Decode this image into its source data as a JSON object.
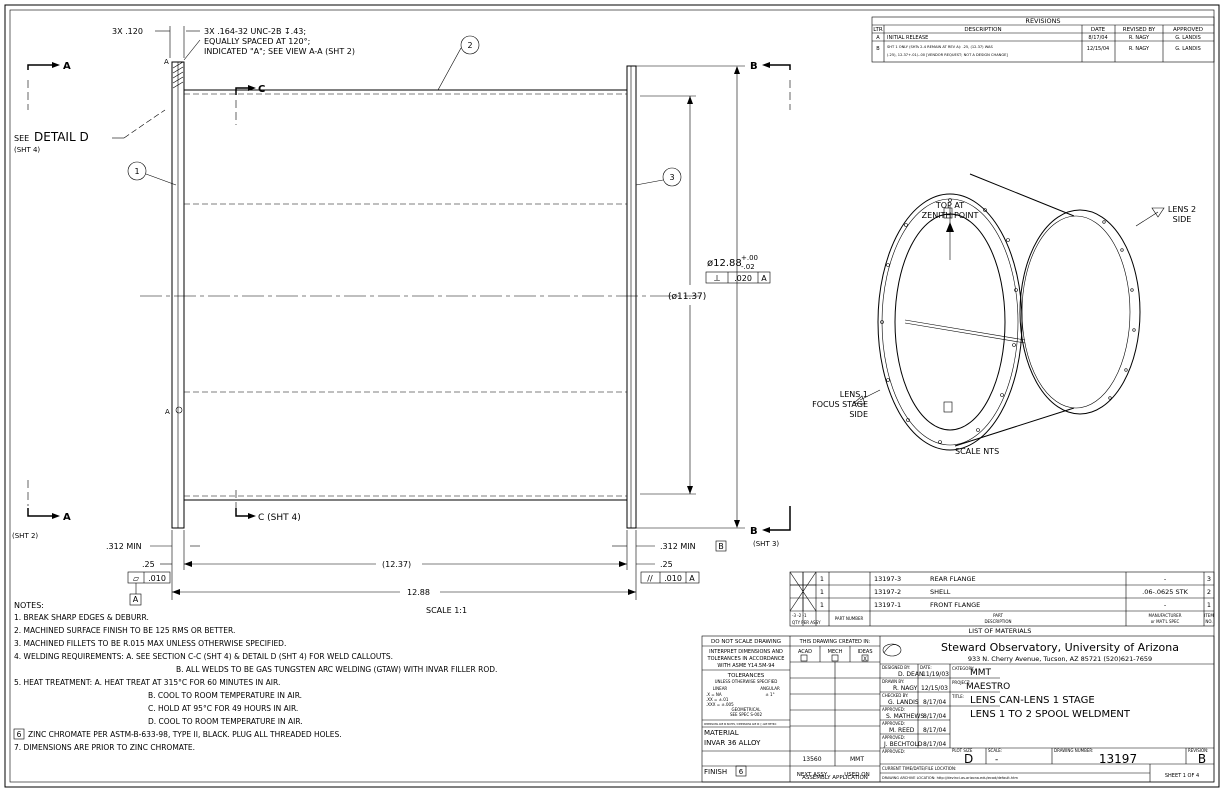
{
  "views": {
    "section_A_top": "A",
    "section_A_bottom": "A",
    "section_A_bottom_sheet": "(SHT 2)",
    "section_B_top": "B",
    "section_B_bottom": "B",
    "section_B_bottom_sheet": "(SHT 3)",
    "section_C_top": "C",
    "section_C_bottom": "C (SHT 4)",
    "detail_see": "SEE",
    "detail_name": "DETAIL D",
    "detail_sheet": "(SHT 4)",
    "view_letter_a1": "A",
    "view_letter_a2": "A",
    "scale_main": "SCALE 1:1",
    "scale_iso": "SCALE NTS"
  },
  "callouts": {
    "thread_count": "3X .120",
    "thread_line1": "3X .164-32 UNC-2B ↧.43;",
    "thread_line2": "EQUALLY SPACED AT 120°;",
    "thread_line3": "INDICATED \"A\"; SEE VIEW A-A (SHT 2)",
    "balloon_1": "1",
    "balloon_2": "2",
    "balloon_3": "3"
  },
  "dimensions": {
    "dia_main": "ø12.88",
    "dia_tol_plus": "+.00",
    "dia_tol_minus": "-.02",
    "perp_symbol": "⟂",
    "perp_value": ".020",
    "perp_datum": "A",
    "inner_dia": "(ø11.37)",
    "min_left": ".312 MIN",
    "min_right": ".312 MIN",
    "datum_b": "B",
    "flange_left": ".25",
    "flange_right": ".25",
    "shell_len": "(12.37)",
    "overall_len": "12.88",
    "flat_symbol": "▱",
    "flat_value": ".010",
    "datum_a": "A",
    "par_symbol": "//",
    "par_value": ".010",
    "par_datum": "A"
  },
  "iso": {
    "top_line1": "TOP AT",
    "top_line2": "ZENITH POINT",
    "lens2_line1": "LENS 2",
    "lens2_line2": "SIDE",
    "lens1_line1": "LENS 1",
    "lens1_line2": "FOCUS STAGE",
    "lens1_line3": "SIDE"
  },
  "revisions": {
    "title": "REVISIONS",
    "headers": [
      "LTR",
      "DESCRIPTION",
      "DATE",
      "REVISED BY",
      "APPROVED"
    ],
    "rows": [
      {
        "ltr": "A",
        "desc1": "INITIAL RELEASE",
        "desc2": "",
        "date": "8/17/04",
        "by": "R. NAGY",
        "appr": "G. LANDIS"
      },
      {
        "ltr": "B",
        "desc1": "SHT 1 ONLY (SHTs 2-4 REMAIN AT REV A): .25, (12.37) WAS",
        "desc2": "(.25), 12.37+.01/-.00 [VENDOR REQUEST; NOT A DESIGN CHANGE]",
        "date": "12/15/04",
        "by": "R. NAGY",
        "appr": "G. LANDIS"
      }
    ]
  },
  "notes": {
    "title": "NOTES:",
    "n1": "1. BREAK SHARP EDGES & DEBURR.",
    "n2": "2. MACHINED SURFACE FINISH TO BE 125 RMS OR BETTER.",
    "n3": "3. MACHINED FILLETS TO BE R.015 MAX UNLESS OTHERWISE SPECIFIED.",
    "n4a": "4. WELDING REQUIREMENTS: A. SEE SECTION C-C (SHT 4) & DETAIL D (SHT 4) FOR WELD CALLOUTS.",
    "n4b": "B. ALL WELDS TO BE GAS TUNGSTEN ARC WELDING (GTAW) WITH INVAR FILLER ROD.",
    "n5a": "5. HEAT TREATMENT: A. HEAT TREAT AT 315°C FOR 60 MINUTES IN AIR.",
    "n5b": "B. COOL TO ROOM TEMPERATURE IN AIR.",
    "n5c": "C. HOLD AT 95°C FOR 49 HOURS IN AIR.",
    "n5d": "D. COOL TO ROOM TEMPERATURE IN AIR.",
    "n6_num": "6",
    "n6": "ZINC CHROMATE PER ASTM-B-633-98, TYPE II, BLACK. PLUG ALL THREADED HOLES.",
    "n7": "7. DIMENSIONS ARE PRIOR TO ZINC CHROMATE."
  },
  "bom": {
    "title": "LIST OF MATERIALS",
    "rows": [
      {
        "qty": "1",
        "part": "13197-3",
        "desc": "REAR FLANGE",
        "mfr": "-",
        "item": "3"
      },
      {
        "qty": "1",
        "part": "13197-2",
        "desc": "SHELL",
        "mfr": ".06-.0625 STK",
        "item": "2"
      },
      {
        "qty": "1",
        "part": "13197-1",
        "desc": "FRONT FLANGE",
        "mfr": "-",
        "item": "1"
      }
    ],
    "h_qty_cols": "-3  -2  -1",
    "h_qty": "QTY PER ASSY",
    "h_part": "PART NUMBER",
    "h_desc1": "PART",
    "h_desc2": "DESCRIPTION",
    "h_mfr1": "MANUFACTURER",
    "h_mfr2": "or MAT'L SPEC",
    "h_item1": "ITEM",
    "h_item2": "NO."
  },
  "titleblock": {
    "dns": "DO NOT SCALE DRAWING",
    "interp1": "INTERPRET DIMENSIONS AND",
    "interp2": "TOLERANCES IN ACCORDANCE",
    "interp3": "WITH ASME Y14.5M-94",
    "tol_title": "TOLERANCES",
    "tol_sub": "UNLESS OTHERWISE SPECIFIED",
    "tol_linear": "LINEAR",
    "tol_angular": "ANGULAR",
    "tol_x": ".X   = NA",
    "tol_xx": ".XX  = ±.01",
    "tol_xxx": ".XXX = ±.005",
    "tol_ang": "± 1°",
    "tol_geo": "GEOMETRICAL",
    "tol_spec": "SEE SPEC S-002",
    "tol_footer": "DIMENSIONS ARE IN INCHES / DIMENSIONS ARE IN ( ) ARE METRIC",
    "created_in": "THIS DRAWING CREATED IN:",
    "acad": "ACAD",
    "mech": "MECH",
    "ideas": "IDEAS",
    "ideas_mark": "X",
    "material_label": "MATERIAL",
    "material": "INVAR 36 ALLOY",
    "next_assy_val": "13560",
    "used_on_val": "MMT",
    "next_assy": "NEXT ASSY",
    "used_on": "USED ON",
    "finish_label": "FINISH",
    "finish_num": "6",
    "assy_app": "ASSEMBLY APPLICATION",
    "org_name": "Steward Observatory, University of Arizona",
    "org_addr": "933 N. Cherry Avenue, Tucson, AZ  85721   (520)621-7659",
    "designed_by_lbl": "DESIGNED BY:",
    "designed_by": "D. DEAN",
    "date_lbl": "DATE:",
    "designed_date": "11/19/03",
    "drawn_by_lbl": "DRAWN BY:",
    "drawn_by": "R. NAGY",
    "drawn_date": "12/15/03",
    "checked_by_lbl": "CHECKED BY:",
    "checked_by": "G. LANDIS",
    "checked_date": "8/17/04",
    "approved_lbl": "APPROVED:",
    "appr1": "S. MATHEWS",
    "appr1_date": "8/17/04",
    "appr2": "M. REED",
    "appr2_date": "8/17/04",
    "appr3": "J. BECHTOLD",
    "appr3_date": "8/17/04",
    "category_lbl": "CATEGORY:",
    "category": "MMT",
    "project_lbl": "PROJECT:",
    "project": "MAESTRO",
    "title_lbl": "TITLE:",
    "title1": "LENS CAN-LENS 1 STAGE",
    "title2": "LENS 1 TO 2 SPOOL WELDMENT",
    "plot_size_lbl": "PLOT SIZE",
    "plot_size": "D",
    "scale_lbl": "SCALE:",
    "scale": "-",
    "dwg_no_lbl": "DRAWING NUMBER:",
    "dwg_no": "13197",
    "rev_lbl": "REVISION:",
    "rev": "B",
    "current_loc": "CURRENT TIME/DATE/FILE LOCATION:",
    "archive_loc": "DRAWING ARCHIVE LOCATION: http://devinci.as.arizona.edu/ecad/default.htm",
    "sheet": "SHEET 1 OF 4"
  }
}
